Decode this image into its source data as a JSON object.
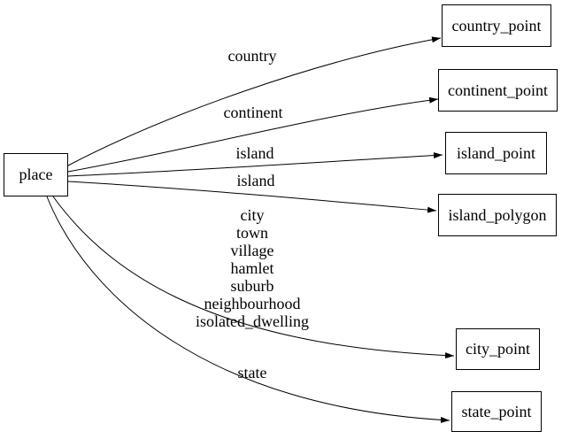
{
  "diagram": {
    "type": "directed-graph",
    "background_color": "#ffffff",
    "stroke_color": "#000000",
    "text_color": "#000000",
    "nodes": {
      "place": {
        "label": "place"
      },
      "country_point": {
        "label": "country_point"
      },
      "continent_point": {
        "label": "continent_point"
      },
      "island_point": {
        "label": "island_point"
      },
      "island_polygon": {
        "label": "island_polygon"
      },
      "city_point": {
        "label": "city_point"
      },
      "state_point": {
        "label": "state_point"
      }
    },
    "edges": [
      {
        "from": "place",
        "to": "country_point",
        "label": "country"
      },
      {
        "from": "place",
        "to": "continent_point",
        "label": "continent"
      },
      {
        "from": "place",
        "to": "island_point",
        "label": "island"
      },
      {
        "from": "place",
        "to": "island_polygon",
        "label": "island"
      },
      {
        "from": "place",
        "to": "city_point",
        "label_lines": [
          "city",
          "town",
          "village",
          "hamlet",
          "suburb",
          "neighbourhood",
          "isolated_dwelling"
        ]
      },
      {
        "from": "place",
        "to": "state_point",
        "label": "state"
      }
    ]
  }
}
